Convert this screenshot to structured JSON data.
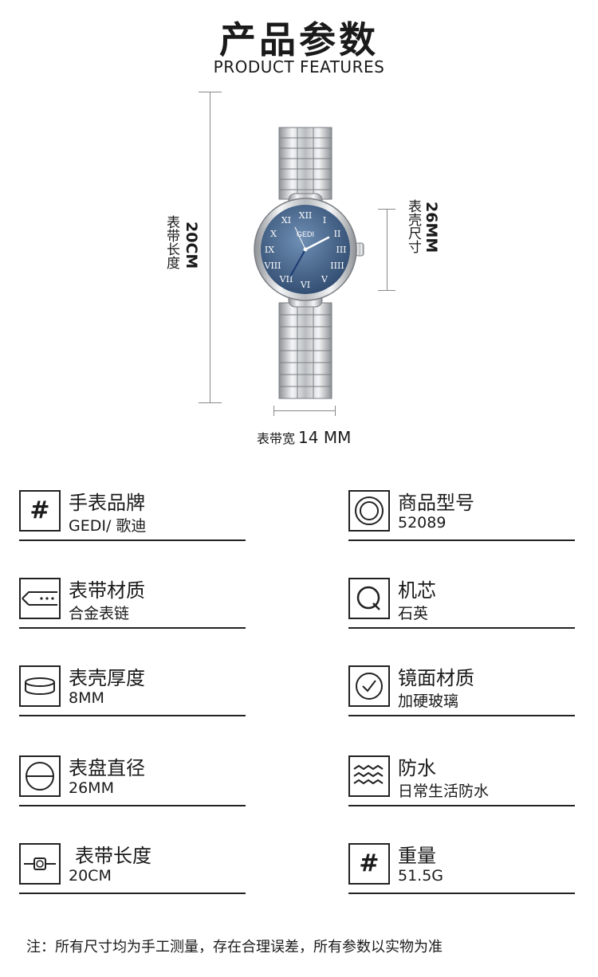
{
  "header": {
    "title": "产品参数",
    "subtitle": "PRODUCT FEATURES"
  },
  "dimensions": {
    "band_length_label": "表带长度",
    "band_length_value": "20CM",
    "case_size_label": "表壳尺寸",
    "case_size_value": "26MM",
    "band_width_label": "表带宽",
    "band_width_value": "14 MM"
  },
  "watch": {
    "dial_brand": "GEDI",
    "dial_color": "#3f5f86",
    "metal_color": "#d9dcdf"
  },
  "specs": [
    {
      "label": "手表品牌",
      "value": "GEDI/ 歌迪",
      "icon": "hash-icon"
    },
    {
      "label": "商品型号",
      "value": "52089",
      "icon": "double-circle-icon"
    },
    {
      "label": "表带材质",
      "value": "合金表链",
      "icon": "strap-icon"
    },
    {
      "label": "机芯",
      "value": "石英",
      "icon": "quartz-q-icon"
    },
    {
      "label": "表壳厚度",
      "value": "8MM",
      "icon": "case-thickness-icon"
    },
    {
      "label": "镜面材质",
      "value": "加硬玻璃",
      "icon": "checked-glass-icon"
    },
    {
      "label": "表盘直径",
      "value": "26MM",
      "icon": "dial-diameter-icon"
    },
    {
      "label": "防水",
      "value": "日常生活防水",
      "icon": "water-waves-icon"
    },
    {
      "label": "表带长度",
      "value": "20CM",
      "icon": "band-length-icon"
    },
    {
      "label": "重量",
      "value": "51.5G",
      "icon": "hash-icon"
    }
  ],
  "footer": {
    "note": "注：所有尺寸均为手工测量，存在合理误差，所有参数以实物为准"
  }
}
